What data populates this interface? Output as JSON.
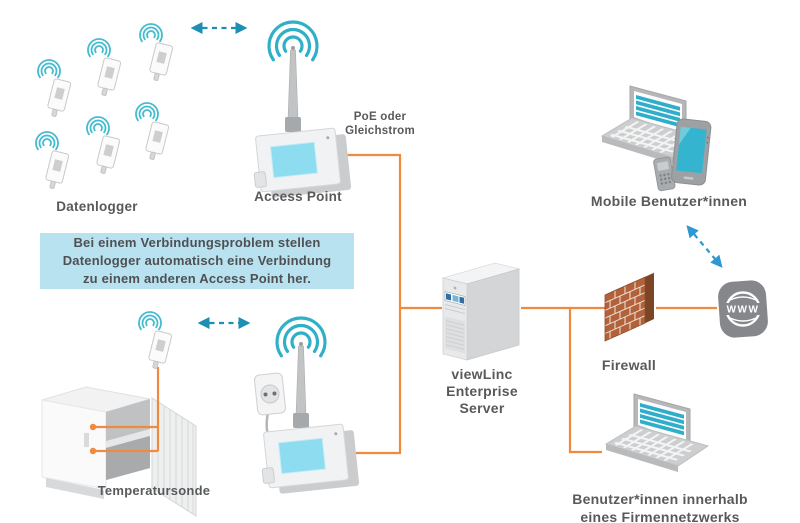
{
  "diagram": {
    "labels": {
      "dataloggers": "Datenlogger",
      "access_point": "Access Point",
      "poe": "PoE oder\nGleichstrom",
      "info_box": "Bei einem Verbindungsproblem stellen\nDatenlogger automatisch eine Verbindung\nzu einem anderen Access Point her.",
      "temperature_probe": "Temperatursonde",
      "server": "viewLinc\nEnterprise\nServer",
      "firewall": "Firewall",
      "mobile_users": "Mobile Benutzer*innen",
      "corporate_users": "Benutzer*innen innerhalb\neines Firmennetzwerks",
      "www_badge": "WWW"
    },
    "colors": {
      "connector_orange": "#F08A3E",
      "wireless_teal": "#45BCCE",
      "dashed_arrow_teal": "#1E8FB4",
      "dashed_arrow_blue": "#2E97D4",
      "info_box_bg": "#B9E2F1",
      "label_text": "#58595B",
      "screen_teal": "#2FAECB",
      "firewall_brick": "#B2613A",
      "www_badge_gray": "#85878A"
    }
  }
}
